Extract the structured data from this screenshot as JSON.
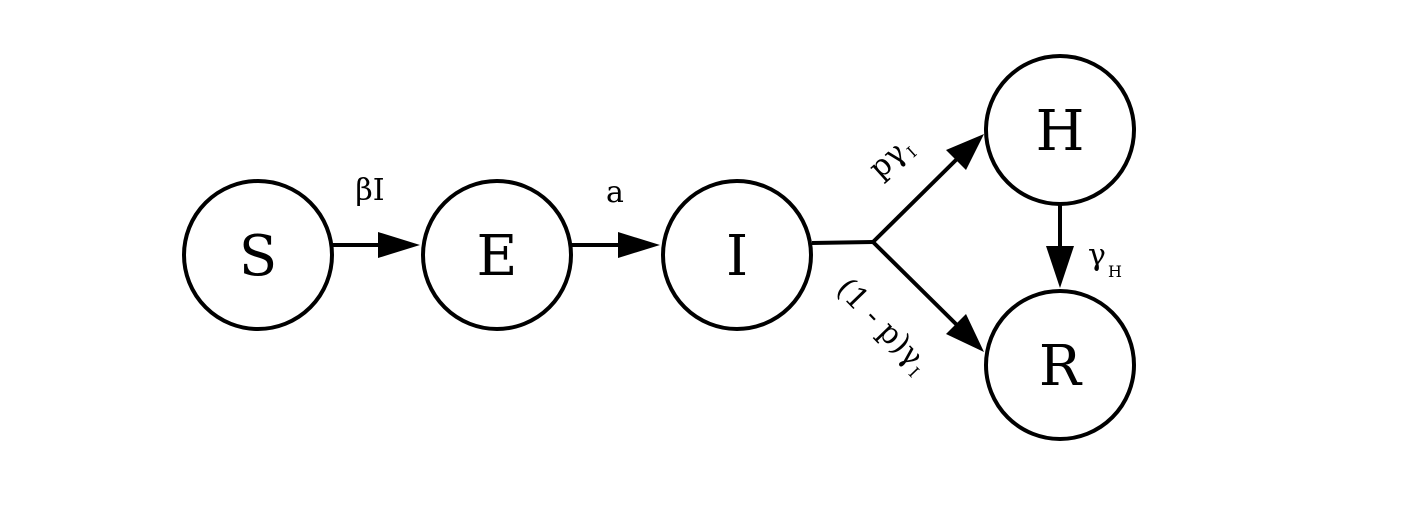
{
  "diagram": {
    "title": "SEIHR compartmental model",
    "nodes": {
      "S": "S",
      "E": "E",
      "I": "I",
      "H": "H",
      "R": "R"
    },
    "edges": {
      "s_to_e": "βI",
      "e_to_i": "a",
      "i_to_h": {
        "main": "pγ",
        "sub": "I"
      },
      "i_to_r": {
        "main": "(1 - p)γ",
        "sub": "I"
      },
      "h_to_r": {
        "main": "γ",
        "sub": "H"
      }
    }
  }
}
